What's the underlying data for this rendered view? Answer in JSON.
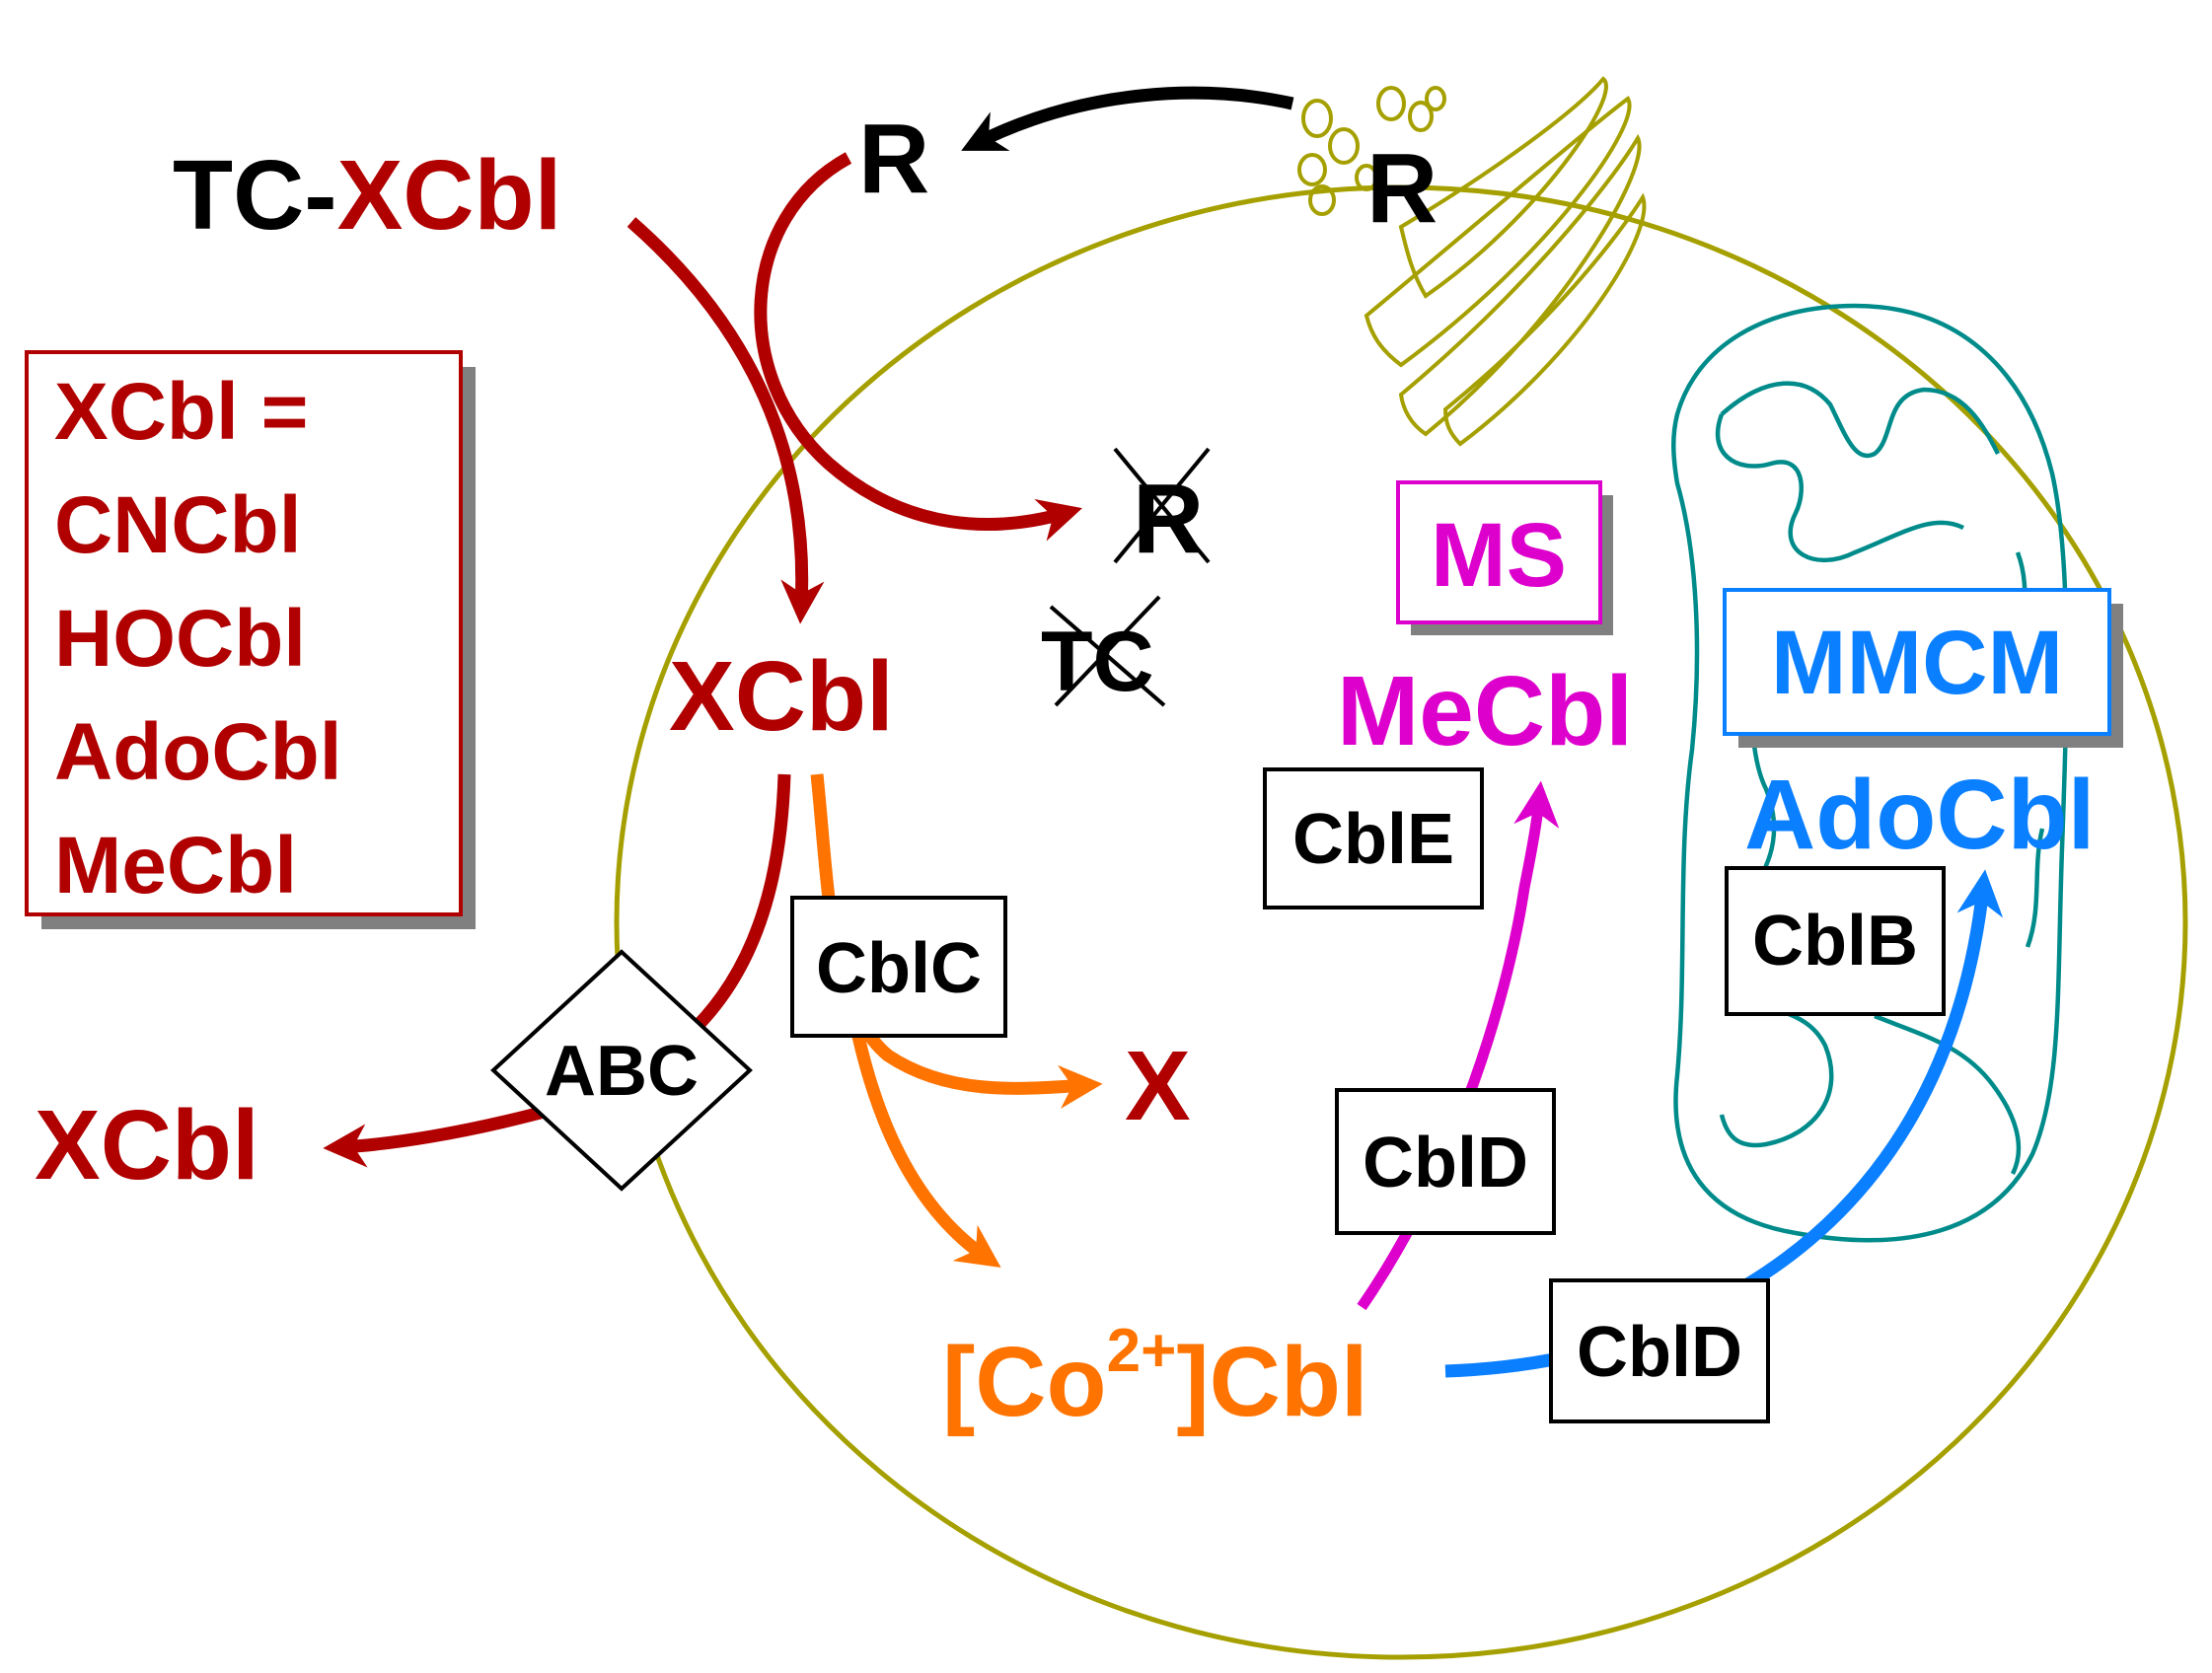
{
  "colors": {
    "cell": "#a5a000",
    "red": "#b00000",
    "orange": "#ff7300",
    "magenta": "#dd00cc",
    "blue": "#0a7fff",
    "teal": "#008b8b",
    "black": "#000000",
    "shadow": "#808080"
  },
  "labels": {
    "tc_prefix": "TC-",
    "tc_xcbl": "XCbl",
    "r_top": "R",
    "r_golgi": "R",
    "r_crossed": "R",
    "tc_crossed": "TC",
    "xcbl_center": "XCbl",
    "xcbl_out": "XCbl",
    "x_product": "X",
    "co_prefix": "[Co",
    "co_sup": "2+",
    "co_suffix": "]Cbl",
    "mecbl": "MeCbl",
    "adocbl": "AdoCbl"
  },
  "legend": {
    "lines": [
      "XCbl =",
      "CNCbl",
      "HOCbl",
      "AdoCbl",
      "MeCbl"
    ]
  },
  "boxes": {
    "abc": "ABC",
    "cblc": "CblC",
    "cble": "CblE",
    "cbld_upper": "CblD",
    "cbld_lower": "CblD",
    "cblb": "CblB",
    "ms": "MS",
    "mmcm": "MMCM"
  }
}
